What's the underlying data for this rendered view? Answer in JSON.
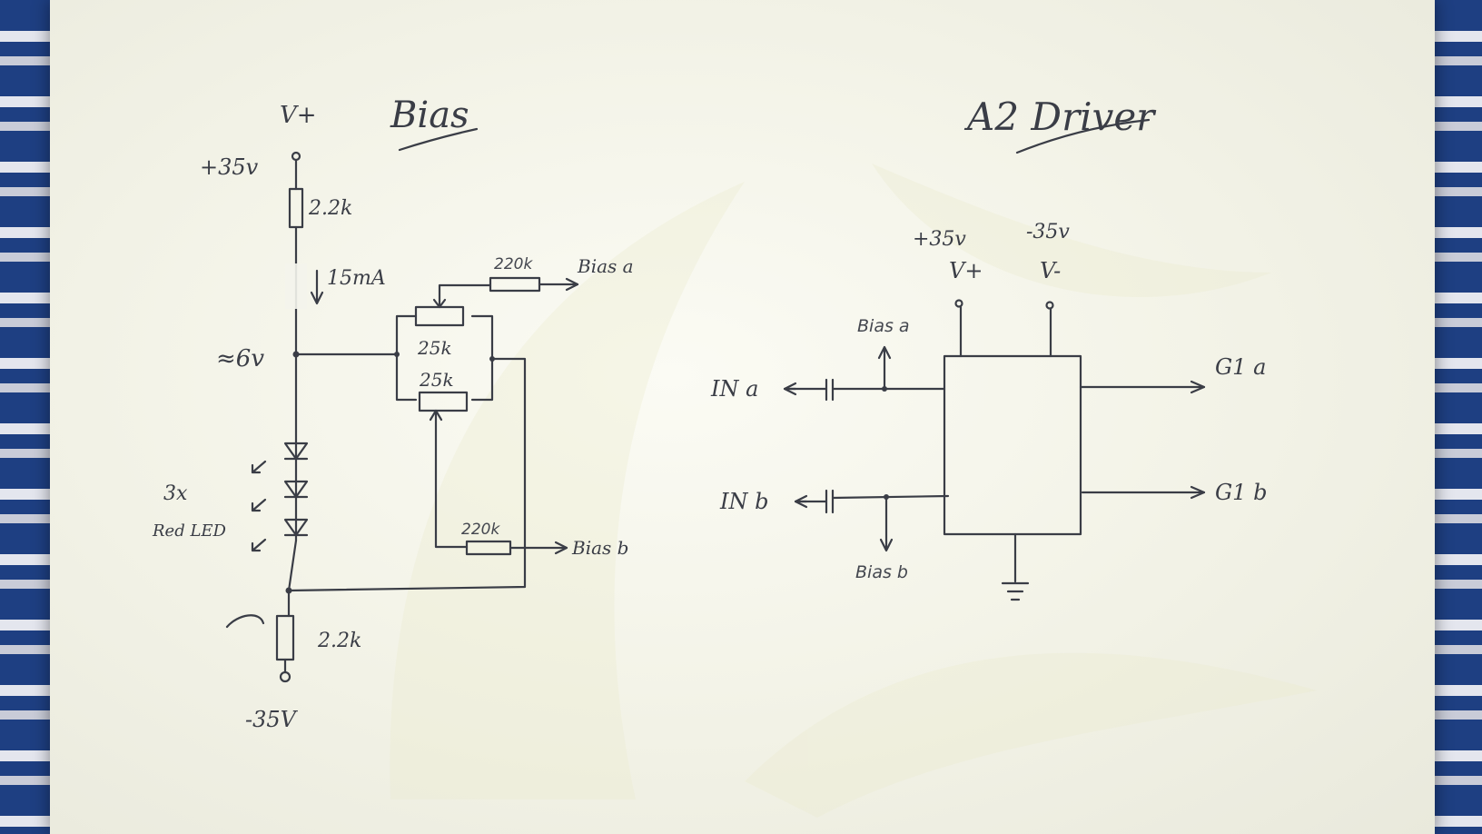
{
  "bias": {
    "title": "Bias",
    "vplus": "V+",
    "vplus_val": "+35v",
    "r_top": "2.2k",
    "current": "15mA",
    "node_v": "≈6v",
    "pot_a": "25k",
    "pot_b": "25k",
    "r_a": "220k",
    "r_b": "220k",
    "out_a": "Bias a",
    "out_b": "Bias b",
    "led_count": "3x",
    "led_label": "Red LED",
    "r_bot": "2.2k",
    "vminus_val": "-35V"
  },
  "driver": {
    "title": "A2 Driver",
    "vplus_val": "+35v",
    "vminus_val": "-35v",
    "vplus": "V+",
    "vminus": "V-",
    "bias_a": "Bias a",
    "bias_b": "Bias b",
    "in_a": "IN a",
    "in_b": "IN b",
    "out_a": "G1 a",
    "out_b": "G1 b"
  }
}
